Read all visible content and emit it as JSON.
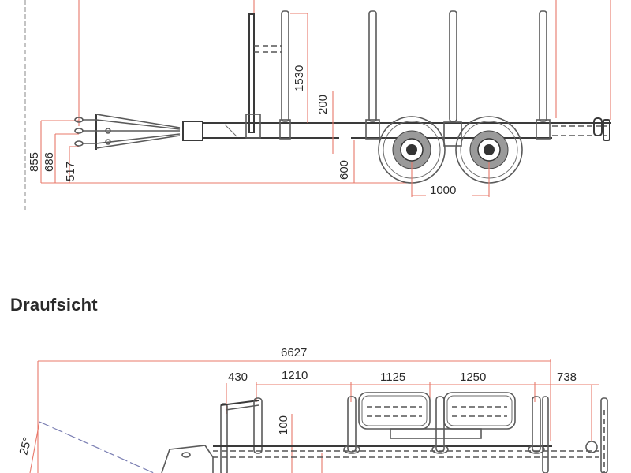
{
  "colors": {
    "dimension_line": "#e8786a",
    "drawing_line": "#3a3a3a",
    "background": "#ffffff",
    "title_text": "#2a2a2a"
  },
  "side_view": {
    "dimensions": {
      "stake_height": "1530",
      "frame_height": "200",
      "ground_to_frame": "600",
      "axle_spacing": "1000",
      "hitch_height_1": "855",
      "hitch_height_2": "686",
      "hitch_height_3": "517"
    }
  },
  "top_view": {
    "title": "Draufsicht",
    "dimensions": {
      "overall_length": "6627",
      "first_spacing": "430",
      "stake_spacing_1": "1210",
      "stake_spacing_2": "1125",
      "stake_spacing_3": "1250",
      "rear_overhang": "738",
      "frame_width_offset": "100",
      "drawbar_angle": "25°"
    }
  }
}
